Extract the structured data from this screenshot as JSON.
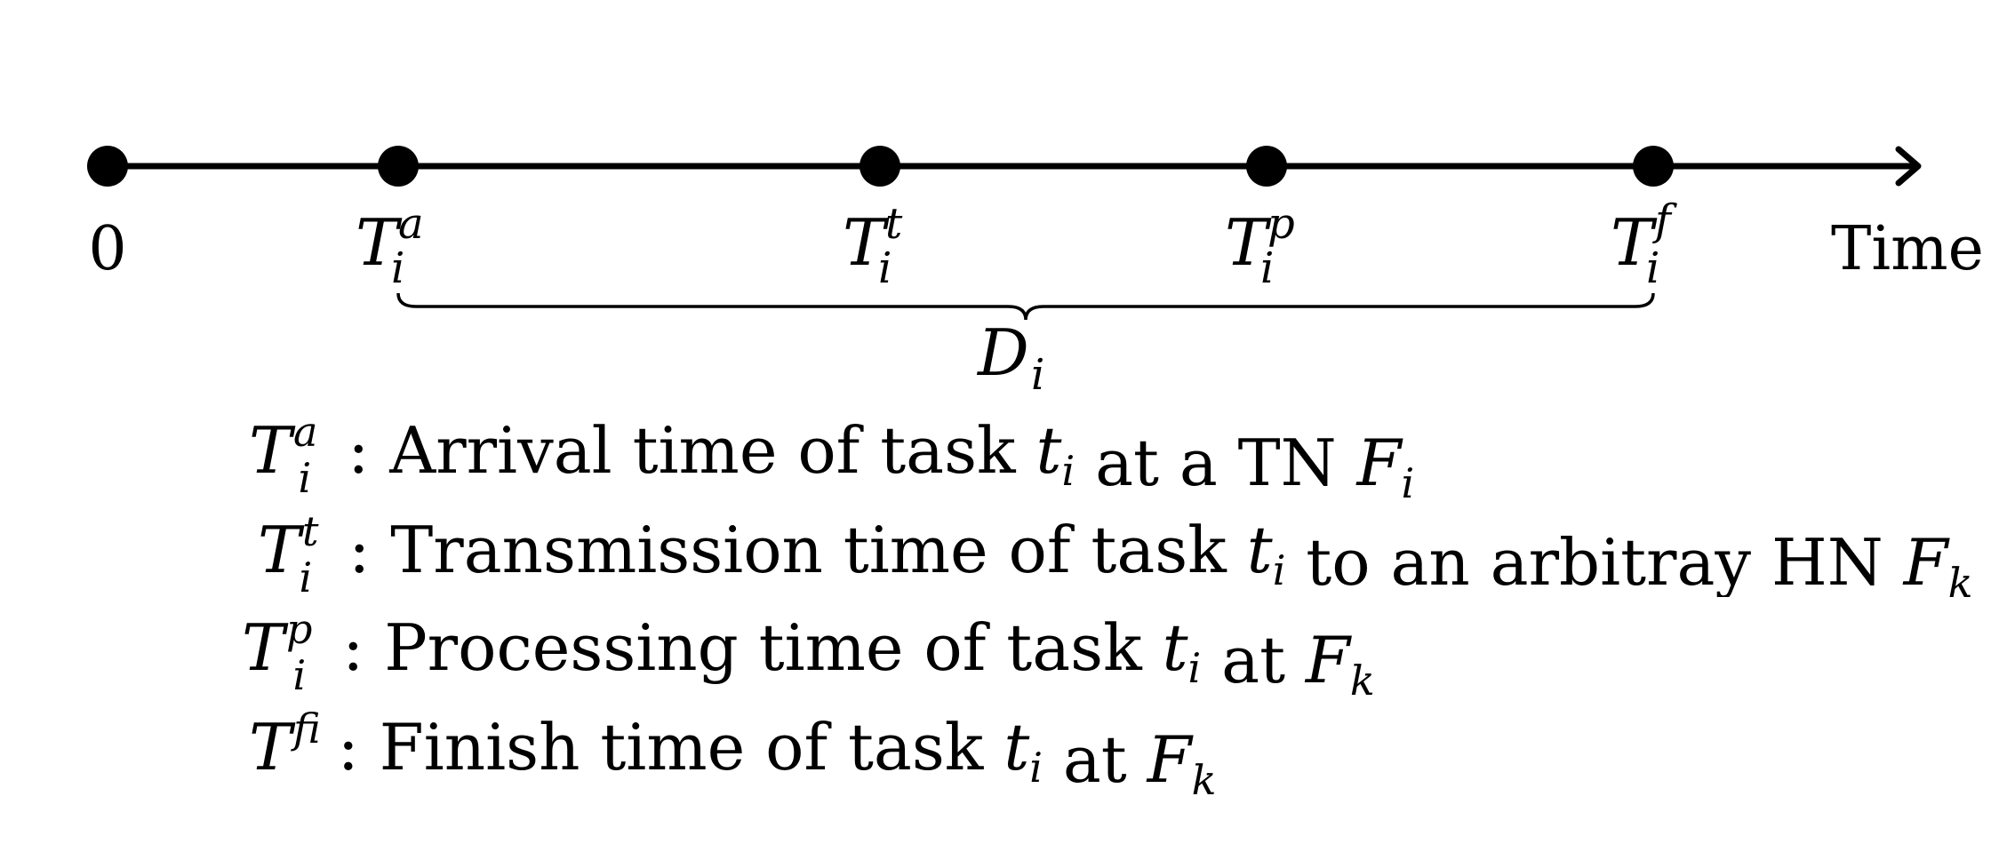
{
  "diagram": {
    "axis_label": "Time",
    "origin_label": "0",
    "points": [
      {
        "base": "T",
        "sub": "i",
        "sup": "a"
      },
      {
        "base": "T",
        "sub": "i",
        "sup": "t"
      },
      {
        "base": "T",
        "sub": "i",
        "sup": "p"
      },
      {
        "base": "T",
        "sub": "i",
        "sup": "f"
      }
    ],
    "brace_label": {
      "base": "D",
      "sub": "i"
    }
  },
  "legend": [
    {
      "symbol": {
        "base": "T",
        "sub": "i",
        "sup": "a"
      },
      "sep": " : ",
      "parts": [
        {
          "t": "Arrival time of task "
        },
        {
          "m": "t",
          "s": "i"
        },
        {
          "t": " at a TN "
        },
        {
          "m": "F",
          "s": "i"
        }
      ]
    },
    {
      "symbol": {
        "base": "T",
        "sub": "i",
        "sup": "t"
      },
      "sep": " : ",
      "parts": [
        {
          "t": "Transmission time of task "
        },
        {
          "m": "t",
          "s": "i"
        },
        {
          "t": " to an arbitray HN "
        },
        {
          "m": "F",
          "s": "k"
        }
      ]
    },
    {
      "symbol": {
        "base": "T",
        "sub": "i",
        "sup": "p"
      },
      "sep": " : ",
      "parts": [
        {
          "t": "Processing time of task "
        },
        {
          "m": "t",
          "s": "i"
        },
        {
          "t": " at "
        },
        {
          "m": "F",
          "s": "k"
        }
      ]
    },
    {
      "symbol": {
        "base": "T",
        "sub": "i",
        "sup": "f"
      },
      "sep": " : ",
      "parts": [
        {
          "t": "Finish time of task "
        },
        {
          "m": "t",
          "s": "i"
        },
        {
          "t": " at "
        },
        {
          "m": "F",
          "s": "k"
        }
      ]
    }
  ]
}
